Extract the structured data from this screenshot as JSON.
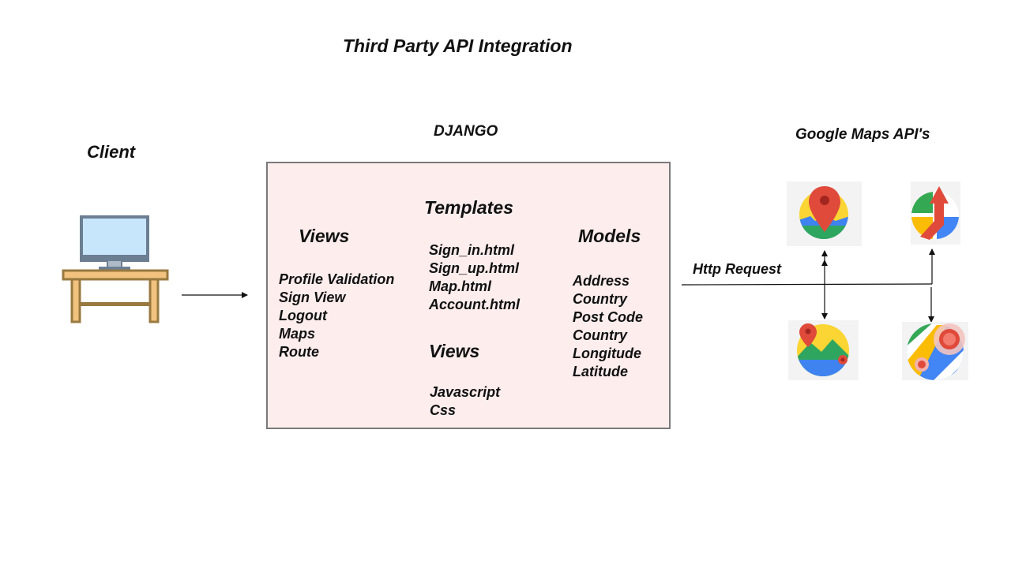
{
  "title": "Third Party API Integration",
  "client": {
    "label": "Client"
  },
  "django": {
    "label": "DJANGO",
    "templates": {
      "heading": "Templates",
      "items": [
        "Sign_in.html",
        "Sign_up.html",
        "Map.html",
        "Account.html"
      ]
    },
    "views": {
      "heading": "Views",
      "items": [
        "Profile Validation",
        "Sign View",
        "Logout",
        "Maps",
        "Route"
      ]
    },
    "static_views": {
      "heading": "Views",
      "items": [
        "Javascript",
        "Css"
      ]
    },
    "models": {
      "heading": "Models",
      "items": [
        "Address",
        "Country",
        "Post Code",
        "Country",
        "Longitude",
        "Latitude"
      ]
    }
  },
  "google": {
    "label": "Google Maps API's",
    "icons": [
      "google-maps-pin-icon",
      "google-directions-icon",
      "google-places-icon",
      "google-maps-icon"
    ]
  },
  "connector": {
    "label": "Http Request"
  },
  "colors": {
    "django_box_fill": "#fdeded",
    "django_box_border": "#7a7a7a",
    "icon_tile": "#f3f3f3"
  }
}
